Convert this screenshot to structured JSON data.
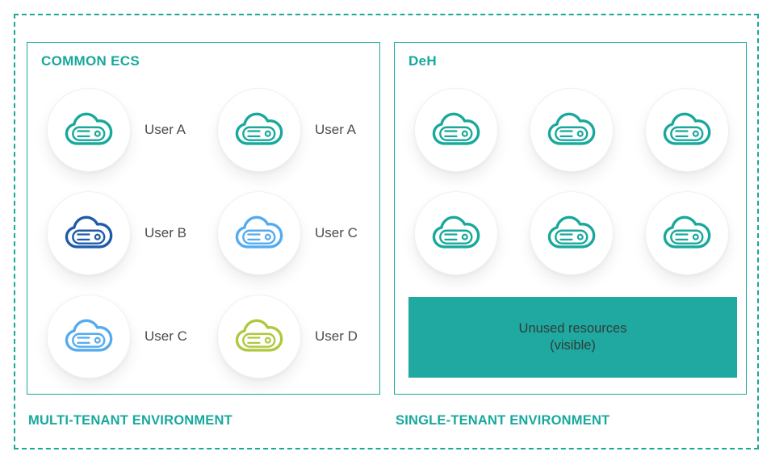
{
  "colors": {
    "teal": "#18A89C",
    "unused_fill": "#1FA9A0",
    "dark_blue": "#1E5CAA",
    "light_blue": "#55ABF0",
    "olive": "#AEC93E",
    "item_label": "#494C4F",
    "unused_text": "#303D3B"
  },
  "icons": {
    "instance": "cloud-server-icon"
  },
  "left_panel": {
    "title": "COMMON ECS",
    "footer": "MULTI-TENANT ENVIRONMENT",
    "items": [
      {
        "label": "User A",
        "color": "#18A89C"
      },
      {
        "label": "User A",
        "color": "#18A89C"
      },
      {
        "label": "User B",
        "color": "#1E5CAA"
      },
      {
        "label": "User C",
        "color": "#55ABF0"
      },
      {
        "label": "User C",
        "color": "#55ABF0"
      },
      {
        "label": "User D",
        "color": "#AEC93E"
      }
    ]
  },
  "right_panel": {
    "title": "DeH",
    "instance_count": 6,
    "unused_box": {
      "line1": "Unused resources",
      "line2": "(visible)"
    },
    "footer": "SINGLE-TENANT ENVIRONMENT"
  }
}
